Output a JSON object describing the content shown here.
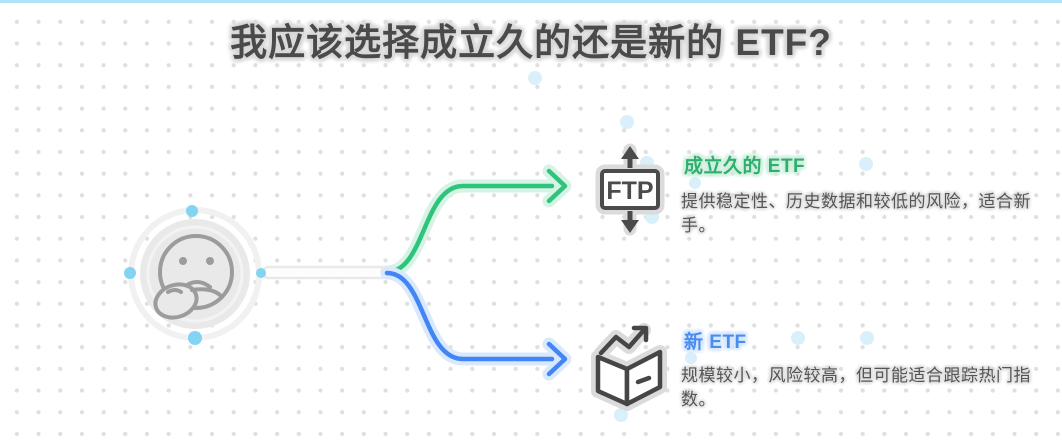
{
  "canvas": {
    "title": "我应该选择成立久的还是新的 ETF?"
  },
  "root_node": {
    "icon": "thinking-face-icon"
  },
  "branches": [
    {
      "id": "established-etf",
      "heading": "成立久的 ETF",
      "description": "提供稳定性、历史数据和较低的风险，适合新手。",
      "icon": "ftp-transfer-icon",
      "icon_label": "FTP",
      "accent_color": "#2fae6e",
      "line_color": "#2fc47c",
      "halo_color": "#d6f3e5"
    },
    {
      "id": "new-etf",
      "heading": "新 ETF",
      "description": "规模较小，风险较高，但可能适合跟踪热门指数。",
      "icon": "growth-box-icon",
      "accent_color": "#4a8df0",
      "line_color": "#4285f4",
      "halo_color": "#d9e8fc"
    }
  ],
  "colors": {
    "top_line": "#aee4f9",
    "dot_grid": "#dfdfdf",
    "selection_handle": "#82d4f2",
    "decor_dot": "#d9effa",
    "node_gray": "#e9e9e9",
    "stroke_gray": "#4b4b4b"
  }
}
